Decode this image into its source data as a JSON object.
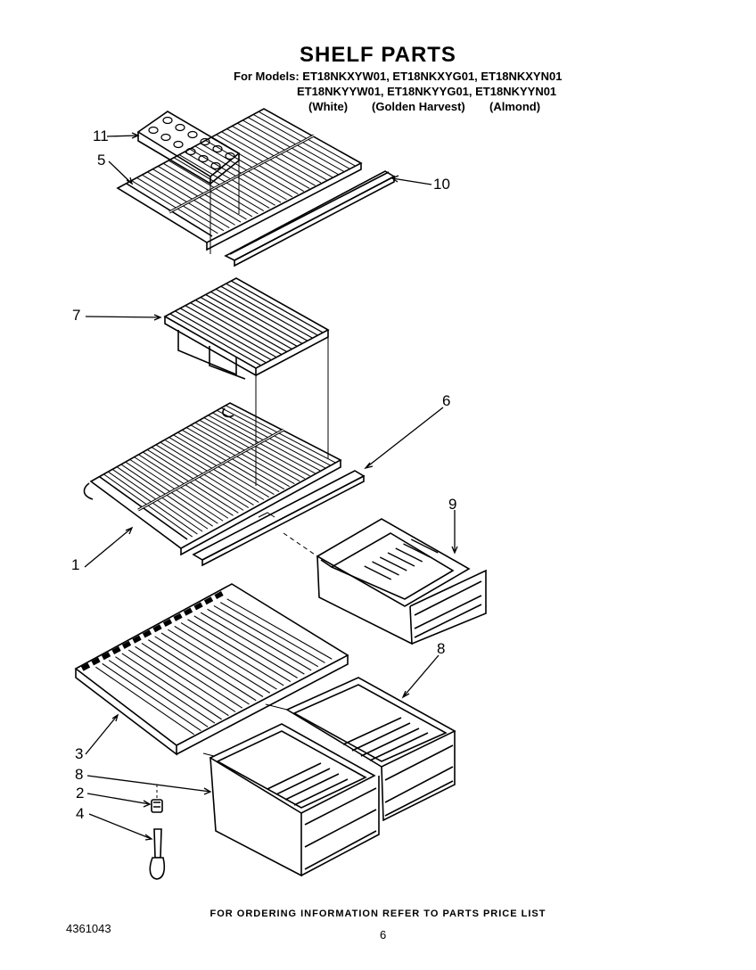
{
  "title": "SHELF PARTS",
  "models": {
    "line1": "For Models: ET18NKXYW01, ET18NKXYG01, ET18NKXYN01",
    "line2": "ET18NKYYW01, ET18NKYYG01, ET18NKYYN01"
  },
  "colors": [
    "(White)",
    "(Golden Harvest)",
    "(Almond)"
  ],
  "callouts": {
    "c1": "1",
    "c2": "2",
    "c3": "3",
    "c4": "4",
    "c5": "5",
    "c6": "6",
    "c7": "7",
    "c8a": "8",
    "c8b": "8",
    "c9": "9",
    "c10": "10",
    "c11": "11"
  },
  "footer": "FOR ORDERING INFORMATION REFER TO PARTS PRICE LIST",
  "doc_number": "4361043",
  "page_number": "6"
}
